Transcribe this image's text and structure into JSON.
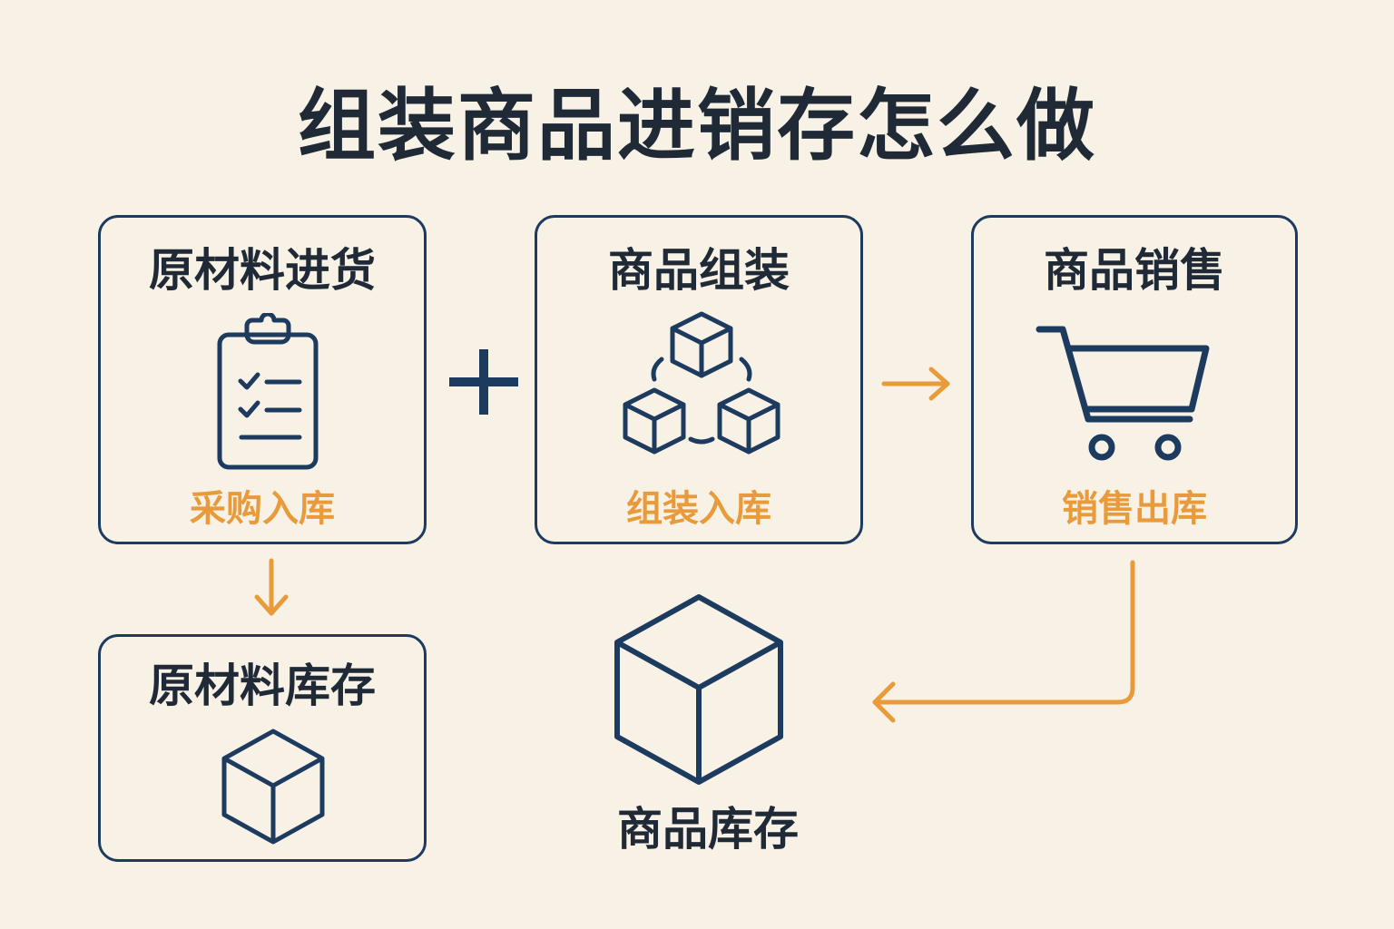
{
  "title": "组装商品进销存怎么做",
  "colors": {
    "background": "#f7f1e6",
    "navy": "#1d3a5f",
    "orange": "#e99a3a",
    "text": "#1f2a36"
  },
  "steps": {
    "purchase": {
      "title": "原材料进货",
      "action": "采购入库",
      "icon": "clipboard-checklist-icon"
    },
    "assembly": {
      "title": "商品组装",
      "action": "组装入库",
      "icon": "assembly-cubes-icon"
    },
    "sales": {
      "title": "商品销售",
      "action": "销售出库",
      "icon": "shopping-cart-icon"
    },
    "raw_inventory": {
      "title": "原材料库存",
      "icon": "cube-icon"
    },
    "product_inventory": {
      "title": "商品库存",
      "icon": "large-cube-icon"
    }
  },
  "connectors": {
    "plus": "plus-icon",
    "arrows": [
      "arrow-right-icon",
      "arrow-down-icon",
      "arrow-return-icon"
    ]
  }
}
